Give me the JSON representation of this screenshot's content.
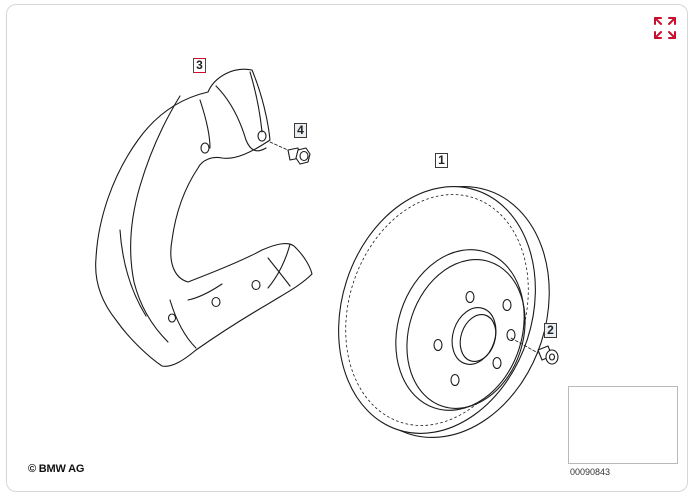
{
  "diagram": {
    "callouts": {
      "disc": "1",
      "screw": "2",
      "guard": "3",
      "bolt": "4"
    },
    "copyright": "© BMW AG",
    "image_number": "00090843",
    "expand_icon": "expand-arrows-icon",
    "accent_color": "#c8102e"
  }
}
